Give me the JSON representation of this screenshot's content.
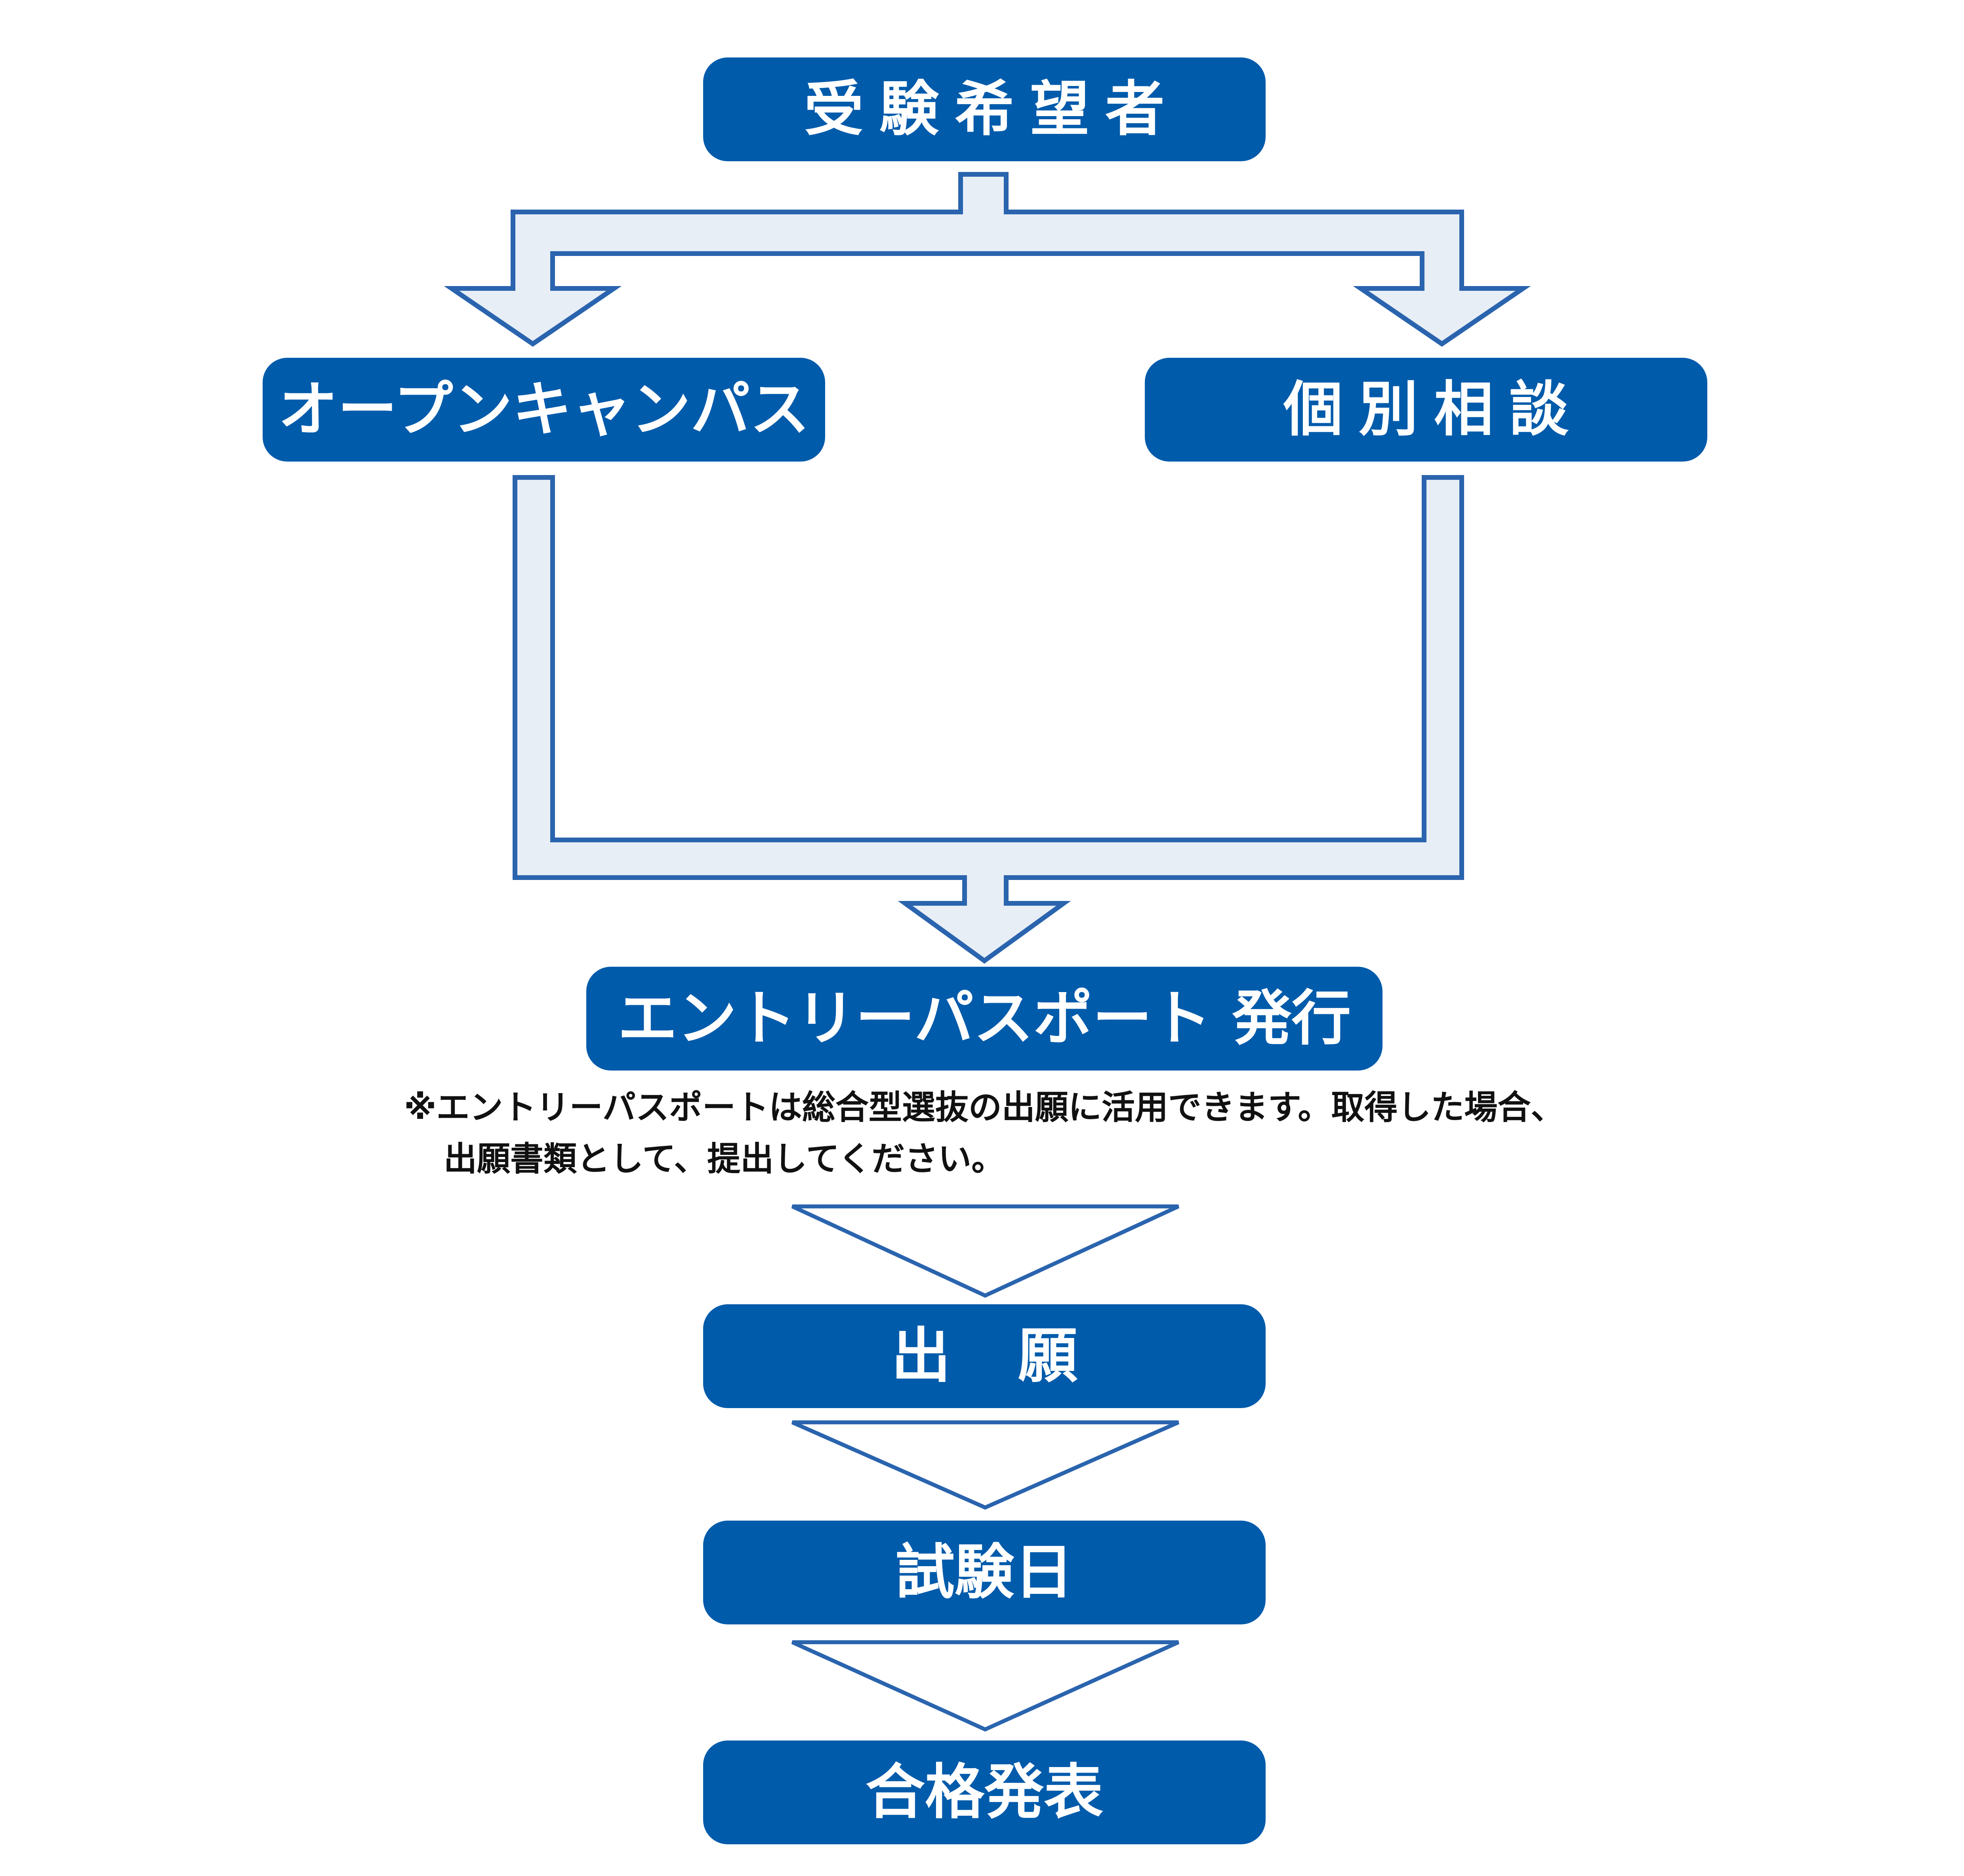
{
  "colors": {
    "box_fill": "#005bab",
    "box_text": "#ffffff",
    "arrow_fill": "#e8eef6",
    "arrow_stroke": "#2a64ae",
    "chevron_fill": "#ffffff",
    "note_text": "#111111"
  },
  "steps": {
    "applicant": "受験希望者",
    "open_campus": "オープンキャンパス",
    "consultation": "個別相談",
    "entry_passport": "エントリーパスポート 発行",
    "application": "出願",
    "exam_day": "試験日",
    "result": "合格発表"
  },
  "note": {
    "line1": "※エントリーパスポートは総合型選抜の出願に活用できます。取得した場合、",
    "line2": "出願書類として、提出してください。"
  }
}
